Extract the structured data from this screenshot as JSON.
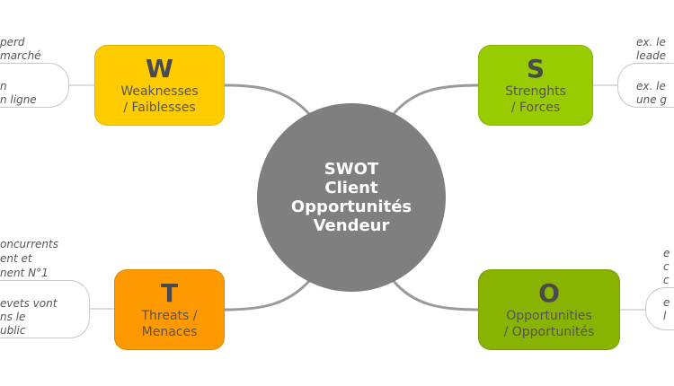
{
  "center": {
    "lines": [
      "SWOT",
      "Client",
      "Opportunités",
      "Vendeur"
    ]
  },
  "boxes": {
    "w": {
      "letter": "W",
      "label1": "Weaknesses",
      "label2": "/ Faiblesses",
      "color": "#FFCC00"
    },
    "s": {
      "letter": "S",
      "label1": "Strenghts",
      "label2": "/ Forces",
      "color": "#99CC00"
    },
    "t": {
      "letter": "T",
      "label1": "Threats /",
      "label2": "Menaces",
      "color": "#FF9900"
    },
    "o": {
      "letter": "O",
      "label1": "Opportunities",
      "label2": "/ Opportunités",
      "color": "#88B300"
    }
  },
  "notes": {
    "w": [
      "perd",
      "marché",
      "n",
      "n ligne"
    ],
    "t": [
      "oncurrents",
      "ent et",
      "nent N°1",
      "evets vont",
      "ns le",
      "ublic"
    ],
    "s": [
      "ex. le",
      "leade",
      "ex. le",
      "une g"
    ],
    "o": [
      "e",
      "c",
      "c",
      "e",
      "l"
    ]
  }
}
